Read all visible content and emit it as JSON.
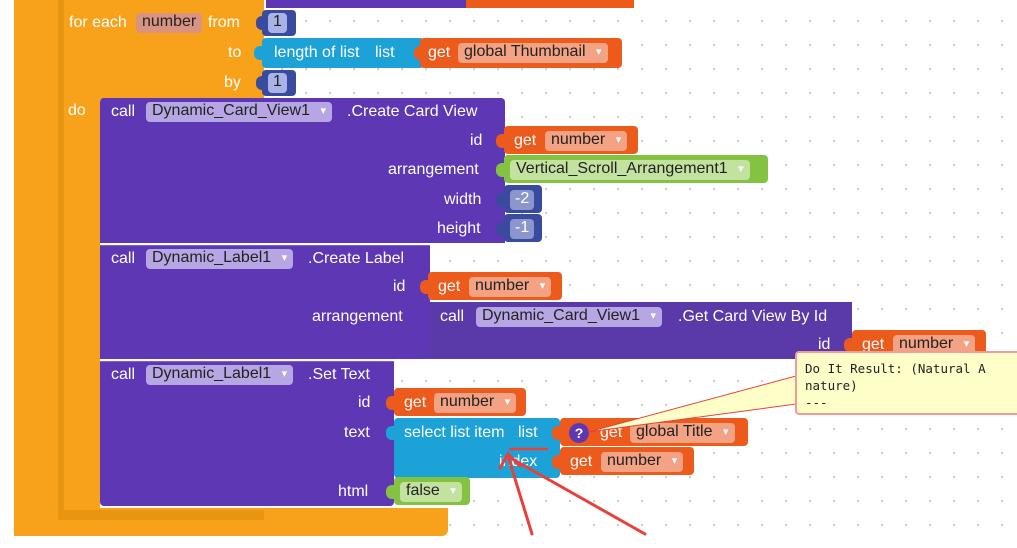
{
  "loop": {
    "for_each": "for each",
    "var_name": "number",
    "from": "from",
    "from_value": "1",
    "to": "to",
    "by": "by",
    "by_value": "1",
    "do": "do",
    "length_of_list": "length of list",
    "list": "list",
    "get": "get",
    "global_thumbnail": "global Thumbnail"
  },
  "create_card": {
    "call": "call",
    "component": "Dynamic_Card_View1",
    "method": ".Create Card View",
    "id": "id",
    "id_get": "get",
    "id_var": "number",
    "arrangement": "arrangement",
    "arrangement_value": "Vertical_Scroll_Arrangement1",
    "width": "width",
    "width_value": "-2",
    "height": "height",
    "height_value": "-1"
  },
  "create_label": {
    "call": "call",
    "component": "Dynamic_Label1",
    "method": ".Create Label",
    "id": "id",
    "id_get": "get",
    "id_var": "number",
    "arrangement": "arrangement",
    "inner_call": "call",
    "inner_component": "Dynamic_Card_View1",
    "inner_method": ".Get Card View By Id",
    "inner_id": "id",
    "inner_get": "get",
    "inner_var": "number"
  },
  "set_text": {
    "call": "call",
    "component": "Dynamic_Label1",
    "method": ".Set Text",
    "id": "id",
    "id_get": "get",
    "id_var": "number",
    "text": "text",
    "select_list_item": "select list item",
    "list": "list",
    "question": "?",
    "list_get": "get",
    "list_var": "global Title",
    "index": "index",
    "index_get": "get",
    "index_var": "number",
    "html": "html",
    "html_value": "false"
  },
  "tooltip": {
    "line1": "Do It Result: (Natural A",
    "line2": "nature)",
    "line3": "---"
  },
  "colors": {
    "control": "#f8a21b",
    "component": "#5e38b4",
    "list": "#1da2d8",
    "variable": "#ec5a1c",
    "logic": "#83c341",
    "math": "#3a4a9e",
    "annotation": "#e8413c"
  }
}
